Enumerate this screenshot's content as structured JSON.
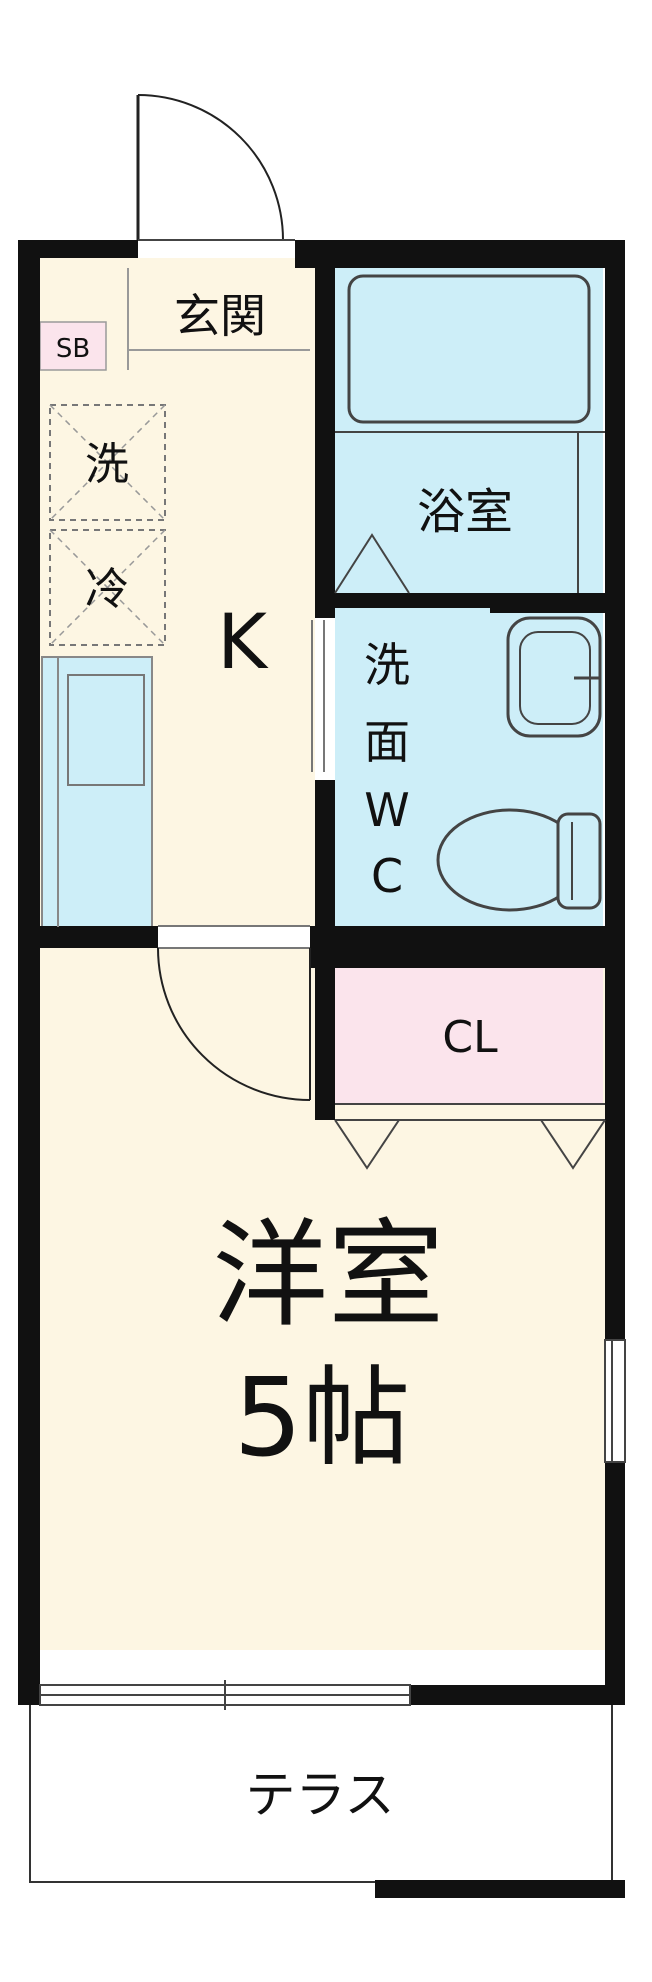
{
  "rooms": {
    "entrance": "玄関",
    "shoe_box": "SB",
    "washer": "洗",
    "fridge": "冷",
    "kitchen": "K",
    "bath": "浴室",
    "washroom_wc_lines": [
      "洗",
      "面",
      "W",
      "C"
    ],
    "closet": "CL",
    "western_room": "洋室",
    "western_room_size": "5帖",
    "terrace": "テラス"
  },
  "colors": {
    "wall": "#111111",
    "floor": "#fdf6e3",
    "wet_area": "#cdeef8",
    "closet": "#fbe4ec",
    "shoe_box": "#fbe4ec"
  }
}
